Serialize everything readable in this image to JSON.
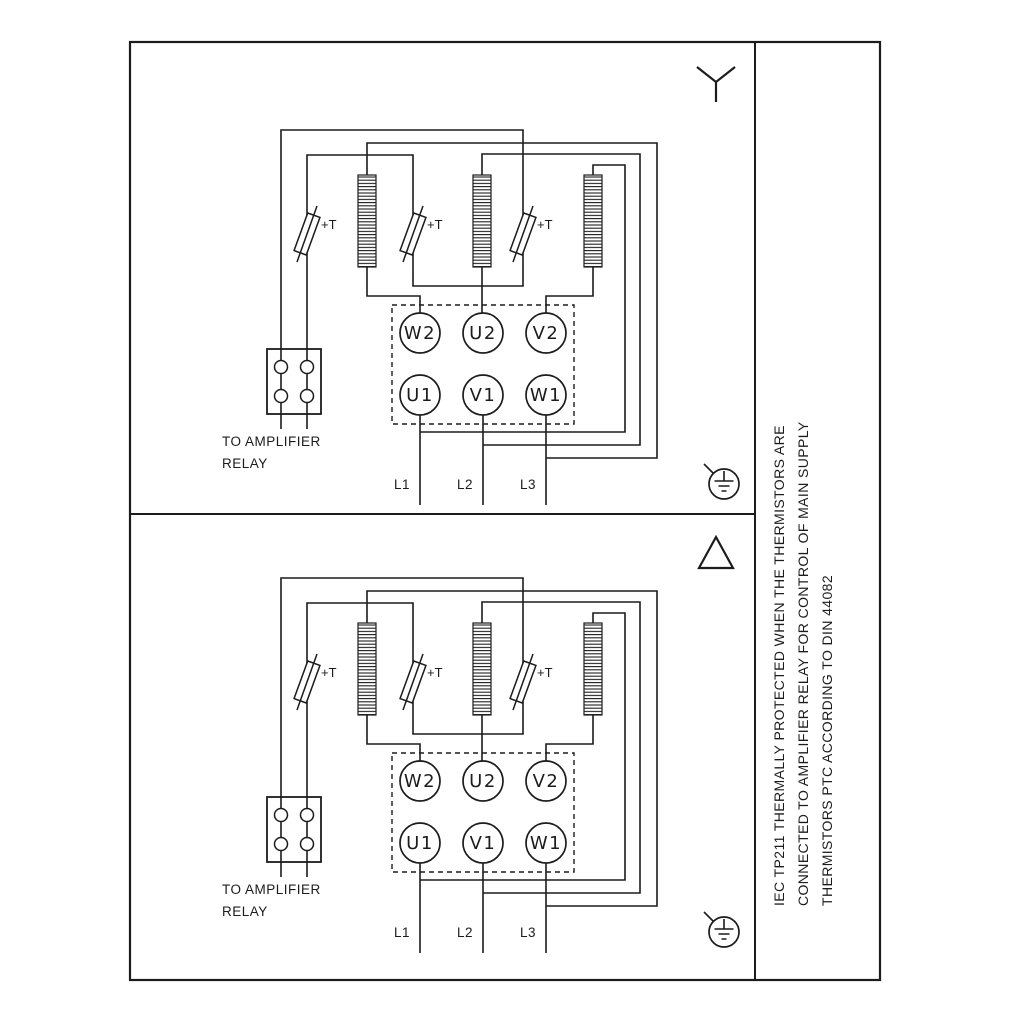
{
  "sidebar_note": {
    "lines": [
      "IEC TP211 THERMALLY PROTECTED WHEN THE THERMISTORS ARE",
      "CONNECTED TO AMPLIFIER RELAY FOR CONTROL OF MAIN SUPPLY",
      "THERMISTORS PTC ACCORDING TO DIN 44082"
    ]
  },
  "panels": [
    {
      "connection": "star",
      "thermistor_label": "+T",
      "amplifier_note": [
        "TO AMPLIFIER",
        "RELAY"
      ],
      "terminals_top": [
        "W2",
        "U2",
        "V2"
      ],
      "terminals_bottom": [
        "U1",
        "V1",
        "W1"
      ],
      "supply_labels": [
        "L1",
        "L2",
        "L3"
      ]
    },
    {
      "connection": "delta",
      "thermistor_label": "+T",
      "amplifier_note": [
        "TO AMPLIFIER",
        "RELAY"
      ],
      "terminals_top": [
        "W2",
        "U2",
        "V2"
      ],
      "terminals_bottom": [
        "U1",
        "V1",
        "W1"
      ],
      "supply_labels": [
        "L1",
        "L2",
        "L3"
      ]
    }
  ]
}
